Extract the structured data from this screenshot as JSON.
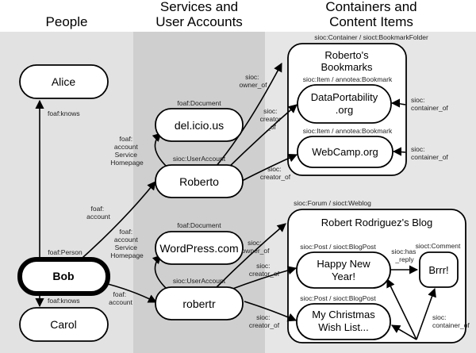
{
  "columns": {
    "people": "People",
    "services_line1": "Services and",
    "services_line2": "User Accounts",
    "containers_line1": "Containers and",
    "containers_line2": "Content Items"
  },
  "nodes": {
    "alice": "Alice",
    "bob": "Bob",
    "carol": "Carol",
    "delicious": "del.icio.us",
    "roberto": "Roberto",
    "wordpress": "WordPress.com",
    "robertr": "robertr",
    "bookmarks_title_1": "Roberto's",
    "bookmarks_title_2": "Bookmarks",
    "dataportability_1": "DataPortability",
    "dataportability_2": ".org",
    "webcamp": "WebCamp.org",
    "blog_title": "Robert Rodriguez's Blog",
    "happynewyear_1": "Happy New",
    "happynewyear_2": "Year!",
    "christmas_1": "My Christmas",
    "christmas_2": "Wish List...",
    "brrr": "Brrr!"
  },
  "types": {
    "container_bookmark": "sioc:Container / sioct:BookmarkFolder",
    "item_bookmark_1": "sioc:Item / annotea:Bookmark",
    "item_bookmark_2": "sioc:Item / annotea:Bookmark",
    "document_1": "foaf:Document",
    "document_2": "foaf:Document",
    "useraccount_1": "sioc:UserAccount",
    "useraccount_2": "sioc:UserAccount",
    "person": "foaf:Person",
    "forum_weblog": "sioc:Forum / sioct:Weblog",
    "post_1": "sioc:Post / sioct:BlogPost",
    "post_2": "sioc:Post / sioct:BlogPost",
    "comment": "sioct:Comment"
  },
  "edges": {
    "foaf_knows_1": "foaf:knows",
    "foaf_knows_2": "foaf:knows",
    "service_homepage_1": [
      "foaf:",
      "account",
      "Service",
      "Homepage"
    ],
    "service_homepage_2": [
      "foaf:",
      "account",
      "Service",
      "Homepage"
    ],
    "account_1": [
      "foaf:",
      "account"
    ],
    "account_2": [
      "foaf:",
      "account"
    ],
    "owner_of_1": [
      "sioc:",
      "owner_of"
    ],
    "owner_of_2": [
      "sioc:",
      "owner_of"
    ],
    "creator_of_1": [
      "sioc:",
      "creator",
      "_of"
    ],
    "creator_of_2": [
      "sioc:",
      "creator_of"
    ],
    "creator_of_3": [
      "sioc:",
      "creator_of"
    ],
    "creator_of_4": [
      "sioc:",
      "creator_of"
    ],
    "container_of_1": [
      "sioc:",
      "container_of"
    ],
    "container_of_2": [
      "sioc:",
      "container_of"
    ],
    "container_of_3": [
      "sioc:",
      "container_of"
    ],
    "has_reply": [
      "sioc:has",
      "_reply"
    ]
  }
}
